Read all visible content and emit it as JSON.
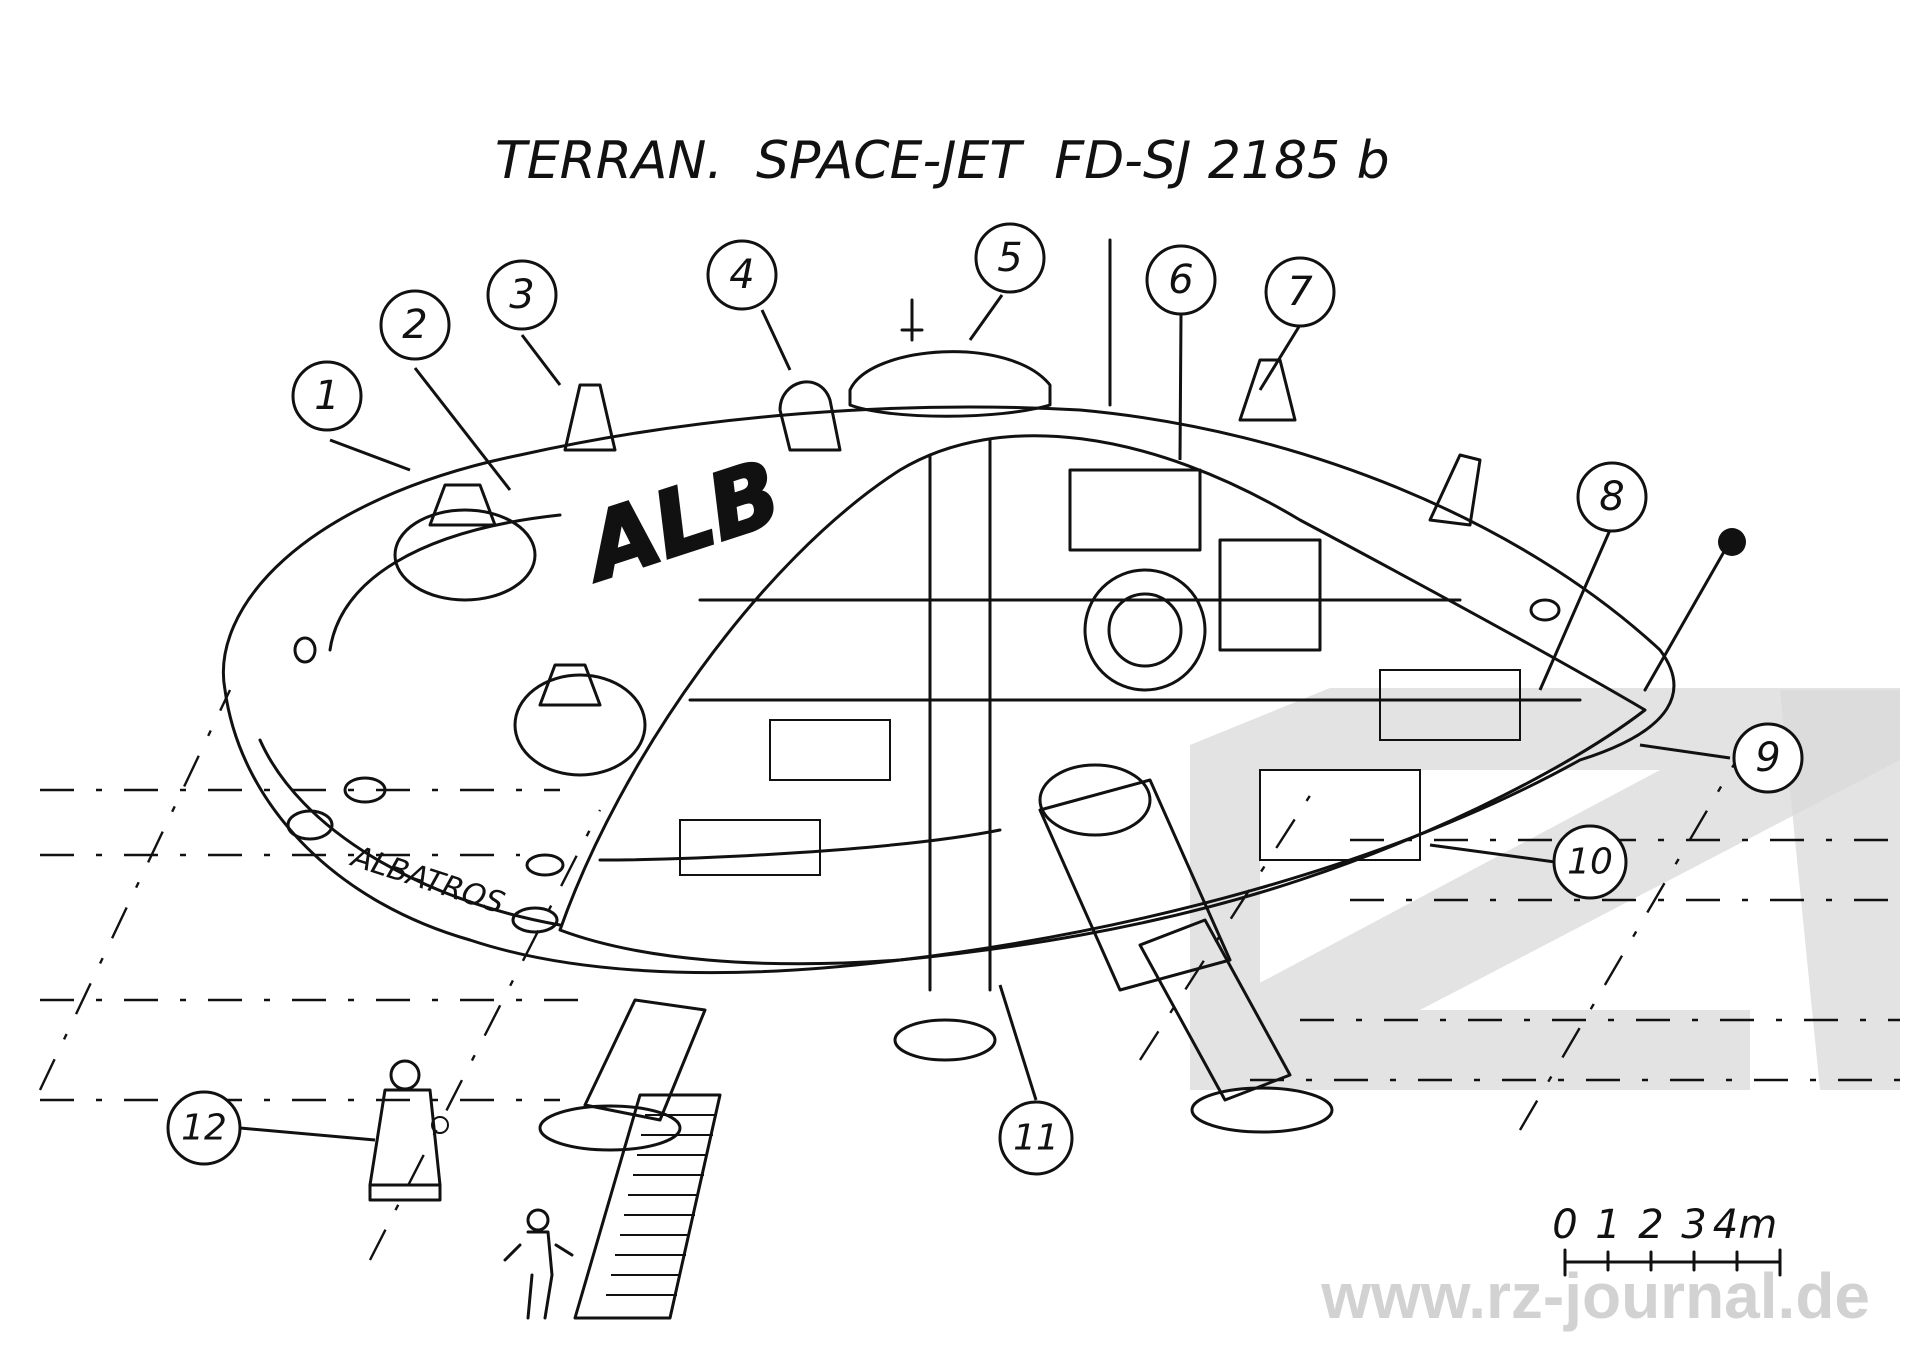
{
  "title": "TERRAN.  SPACE-JET  FD-SJ 2185 b",
  "hull_lettering": {
    "top": "ALB",
    "rim": "ALBATROS"
  },
  "scale_bar": {
    "ticks": [
      "0",
      "1",
      "2",
      "3",
      "4m"
    ]
  },
  "callouts": [
    {
      "label": "1"
    },
    {
      "label": "2"
    },
    {
      "label": "3"
    },
    {
      "label": "4"
    },
    {
      "label": "5"
    },
    {
      "label": "6"
    },
    {
      "label": "7"
    },
    {
      "label": "8"
    },
    {
      "label": "9"
    },
    {
      "label": "10"
    },
    {
      "label": "11"
    },
    {
      "label": "12"
    }
  ],
  "watermark": {
    "logo": "rz",
    "url": "www.rz-journal.de"
  }
}
